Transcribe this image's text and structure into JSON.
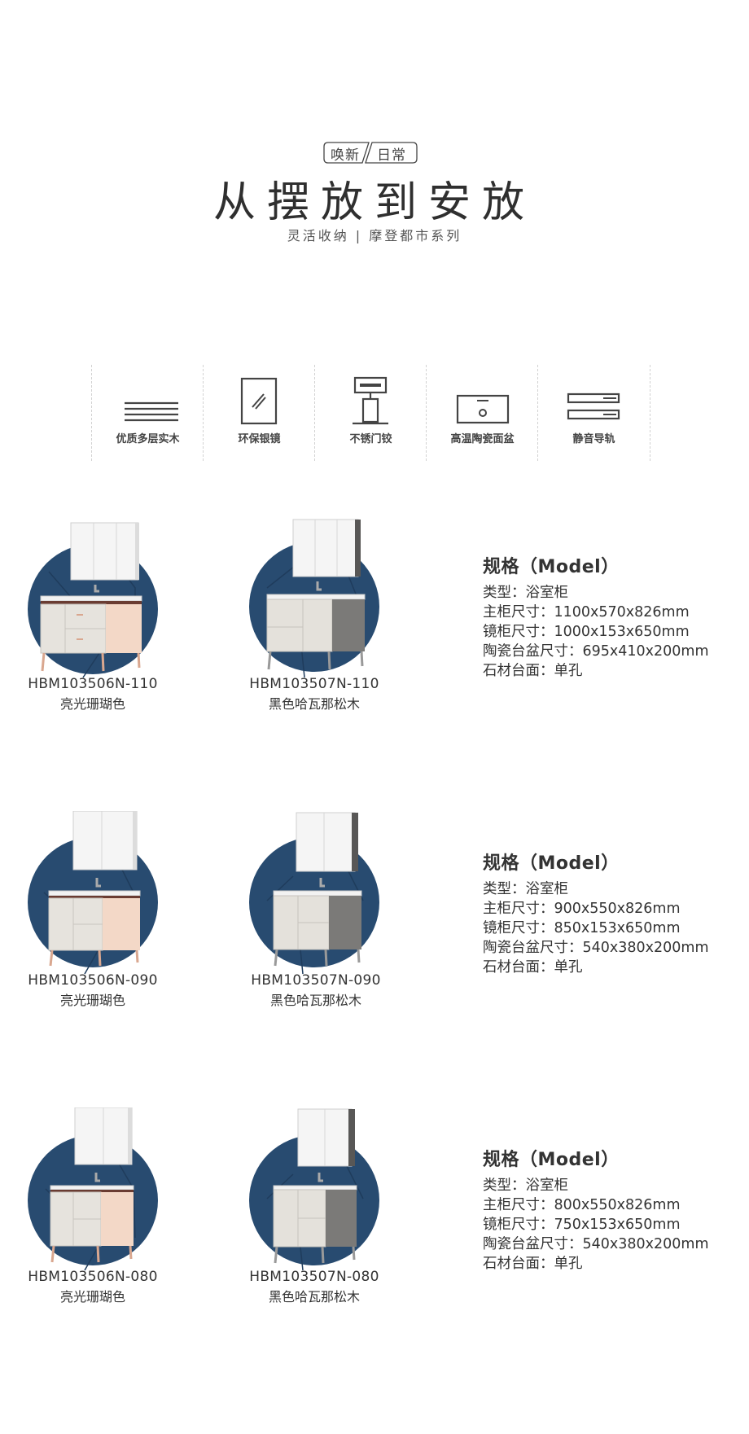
{
  "hero": {
    "badge_left": "唤新",
    "badge_right": "日常",
    "title": "从摆放到安放",
    "subtitle": "灵活收纳 | 摩登都市系列"
  },
  "features": [
    {
      "label": "优质多层实木",
      "icon": "wood-layers-icon"
    },
    {
      "label": "环保银镜",
      "icon": "mirror-icon"
    },
    {
      "label": "不锈门铰",
      "icon": "hinge-icon"
    },
    {
      "label": "高温陶瓷面盆",
      "icon": "basin-icon"
    },
    {
      "label": "静音导轨",
      "icon": "rail-icon"
    }
  ],
  "colors": {
    "circle": "#284b70",
    "coral_panel": "#f3d8c7",
    "wood_panel": "#e4e1db",
    "dark_panel": "#7b7a78",
    "leg": "#d9a78f"
  },
  "rows": [
    {
      "products": [
        {
          "code": "HBM103506N-110",
          "color": "亮光珊瑚色"
        },
        {
          "code": "HBM103507N-110",
          "color": "黑色哈瓦那松木"
        }
      ],
      "spec": {
        "title": "规格（Model）",
        "lines": [
          "类型：浴室柜",
          "主柜尺寸：1100x570x826mm",
          "镜柜尺寸：1000x153x650mm",
          "陶瓷台盆尺寸：695x410x200mm",
          "石材台面：单孔"
        ]
      }
    },
    {
      "products": [
        {
          "code": "HBM103506N-090",
          "color": "亮光珊瑚色"
        },
        {
          "code": "HBM103507N-090",
          "color": "黑色哈瓦那松木"
        }
      ],
      "spec": {
        "title": "规格（Model）",
        "lines": [
          "类型：浴室柜",
          "主柜尺寸：900x550x826mm",
          "镜柜尺寸：850x153x650mm",
          "陶瓷台盆尺寸：540x380x200mm",
          "石材台面：单孔"
        ]
      }
    },
    {
      "products": [
        {
          "code": "HBM103506N-080",
          "color": "亮光珊瑚色"
        },
        {
          "code": "HBM103507N-080",
          "color": "黑色哈瓦那松木"
        }
      ],
      "spec": {
        "title": "规格（Model）",
        "lines": [
          "类型：浴室柜",
          "主柜尺寸：800x550x826mm",
          "镜柜尺寸：750x153x650mm",
          "陶瓷台盆尺寸：540x380x200mm",
          "石材台面：单孔"
        ]
      }
    }
  ]
}
